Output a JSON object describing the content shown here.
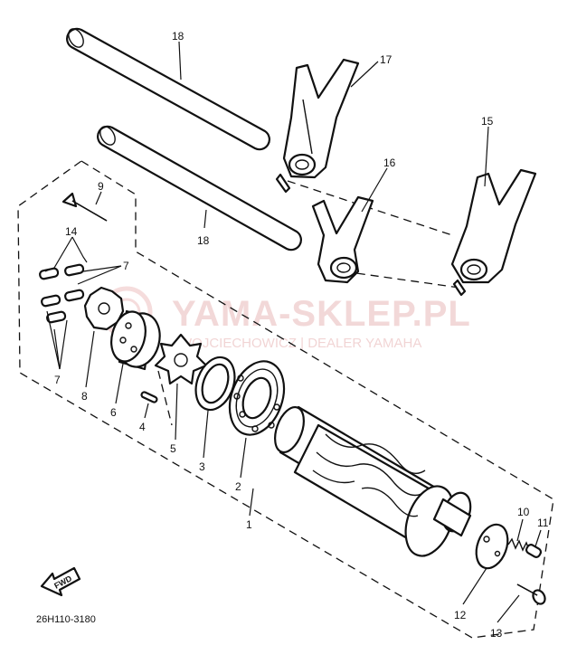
{
  "diagram": {
    "reference_code": "26H110-3180",
    "direction_label": "FWD",
    "watermark": {
      "title": "YAMA-SKLEP.PL",
      "subtitle": "WOJCIECHOWICZ | DEALER YAMAHA"
    },
    "callouts": {
      "c1": "1",
      "c2": "2",
      "c3": "3",
      "c4": "4",
      "c5": "5",
      "c6": "6",
      "c7a": "7",
      "c7b": "7",
      "c8": "8",
      "c9": "9",
      "c10": "10",
      "c11": "11",
      "c12": "12",
      "c13": "13",
      "c14": "14",
      "c15": "15",
      "c16": "16",
      "c17": "17",
      "c18a": "18",
      "c18b": "18"
    }
  }
}
